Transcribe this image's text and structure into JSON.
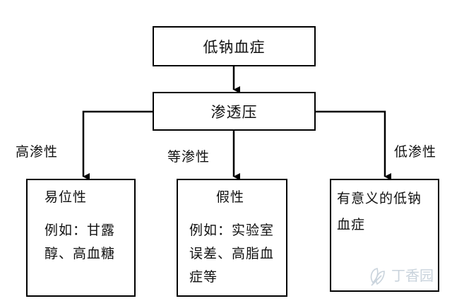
{
  "diagram": {
    "root": {
      "label": "低钠血症"
    },
    "middle": {
      "label": "渗透压"
    },
    "branches": [
      {
        "edge_label": "高渗性",
        "title": "易位性",
        "detail_lines": [
          "例如：甘露",
          "醇、高血糖"
        ]
      },
      {
        "edge_label": "等渗性",
        "title": "假性",
        "detail_lines": [
          "例如：实验室",
          "误差、高脂血",
          "症等"
        ]
      },
      {
        "edge_label": "低渗性",
        "title_lines": [
          "有意义的低钠",
          "血症"
        ]
      }
    ]
  },
  "watermark": {
    "text": "丁香园",
    "icon": "dxy-flower-logo-icon",
    "color": "#c9d3dc"
  },
  "colors": {
    "line": "#000000",
    "background": "#ffffff"
  }
}
